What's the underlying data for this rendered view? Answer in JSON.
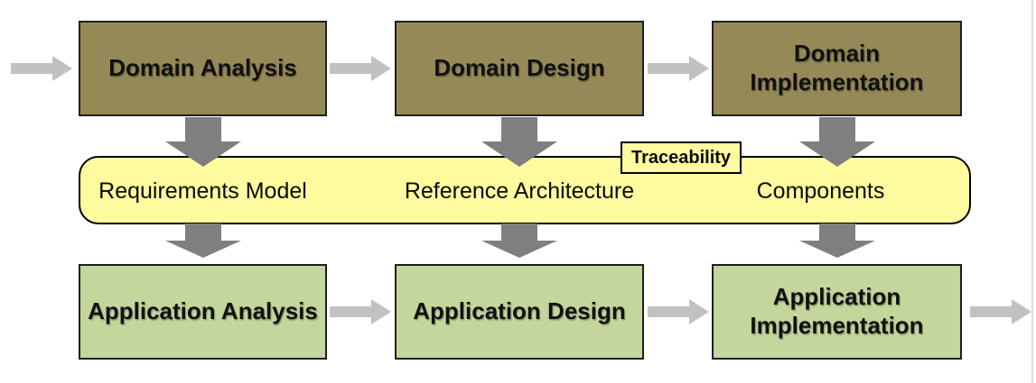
{
  "colors": {
    "domain_box_fill": "#968958",
    "application_box_fill": "#C3D69B",
    "band_fill": "#FFFB9E",
    "h_arrow": "#C1C1C1",
    "v_arrow": "#7F7F7F",
    "page_edge": "#DCDCDC"
  },
  "top_row": [
    {
      "label": "Domain Analysis"
    },
    {
      "label": "Domain Design"
    },
    {
      "label": "Domain\nImplementation"
    }
  ],
  "band": {
    "items": [
      "Requirements Model",
      "Reference Architecture",
      "Components"
    ],
    "tag": "Traceability"
  },
  "bottom_row": [
    {
      "label": "Application Analysis"
    },
    {
      "label": "Application Design"
    },
    {
      "label": "Application\nImplementation"
    }
  ]
}
